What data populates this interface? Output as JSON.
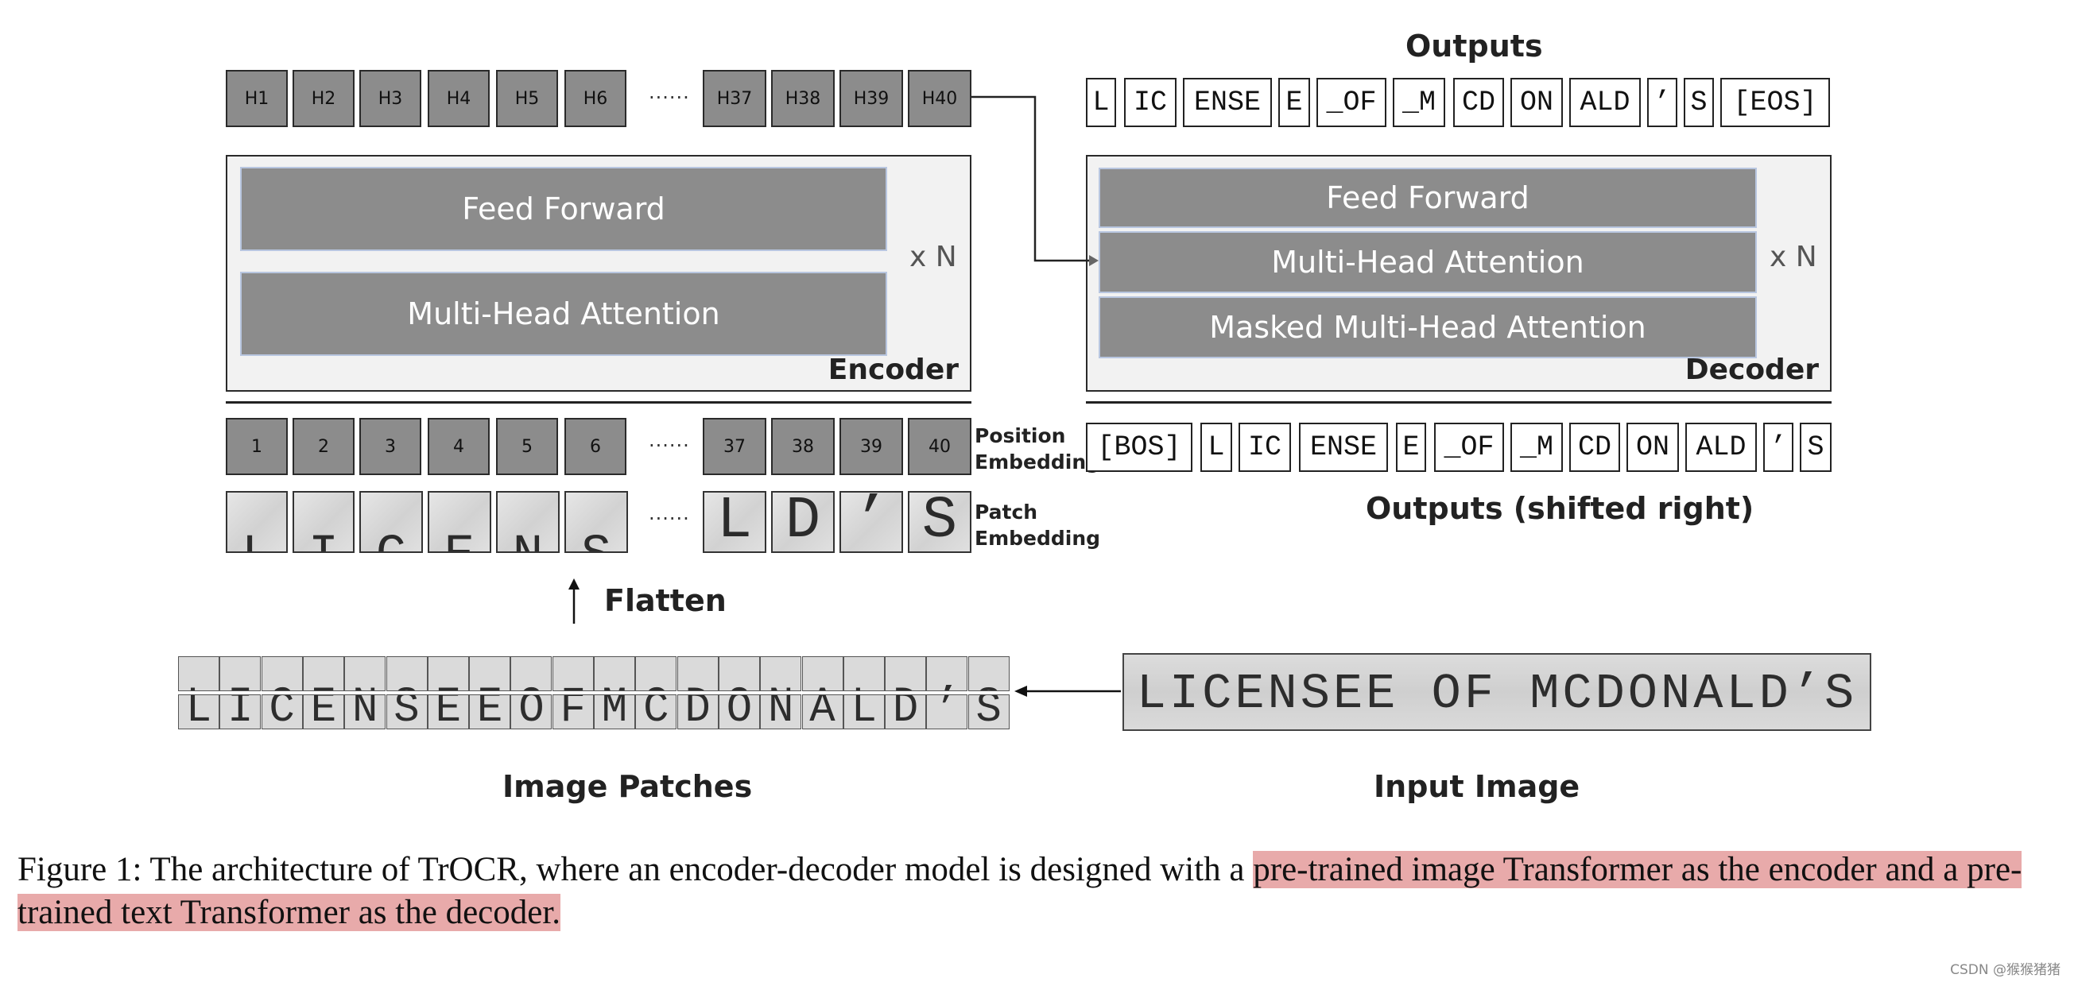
{
  "encoder_outputs": [
    "H1",
    "H2",
    "H3",
    "H4",
    "H5",
    "H6",
    "H37",
    "H38",
    "H39",
    "H40"
  ],
  "ellipsis": "......",
  "position_ids": [
    "1",
    "2",
    "3",
    "4",
    "5",
    "6",
    "37",
    "38",
    "39",
    "40"
  ],
  "labels": {
    "outputs": "Outputs",
    "outputs_shifted": "Outputs (shifted right)",
    "position_embedding_1": "Position",
    "position_embedding_2": "Embedding",
    "patch_embedding_1": "Patch",
    "patch_embedding_2": "Embedding",
    "flatten": "Flatten",
    "image_patches": "Image Patches",
    "input_image": "Input Image",
    "encoder": "Encoder",
    "decoder": "Decoder",
    "repeat": "x N"
  },
  "encoder_layers": [
    "Feed Forward",
    "Multi-Head Attention"
  ],
  "decoder_layers": [
    "Feed Forward",
    "Multi-Head Attention",
    "Masked Multi-Head Attention"
  ],
  "output_tokens": [
    "L",
    "IC",
    "ENSE",
    "E",
    "_OF",
    "_M",
    "CD",
    "ON",
    "ALD",
    "’",
    "S",
    "[EOS]"
  ],
  "input_tokens": [
    "[BOS]",
    "L",
    "IC",
    "ENSE",
    "E",
    "_OF",
    "_M",
    "CD",
    "ON",
    "ALD",
    "’",
    "S"
  ],
  "patch_glyphs": [
    "L",
    "I",
    "C",
    "E",
    "N",
    "S",
    "L",
    "D",
    "’",
    "S"
  ],
  "input_image_text": "LICENSEE OF MCDONALD’S",
  "caption": {
    "plain": "Figure 1: The architecture of TrOCR, where an encoder-decoder model is designed with a ",
    "highlight": "pre-trained image Transformer as the encoder and a pre-trained text Transformer as the decoder."
  },
  "watermark": "CSDN @猴猴猪猪",
  "colors": {
    "block": "#8c8c8c",
    "panel": "#f2f2f2",
    "highlight": "#e8aaaa"
  }
}
